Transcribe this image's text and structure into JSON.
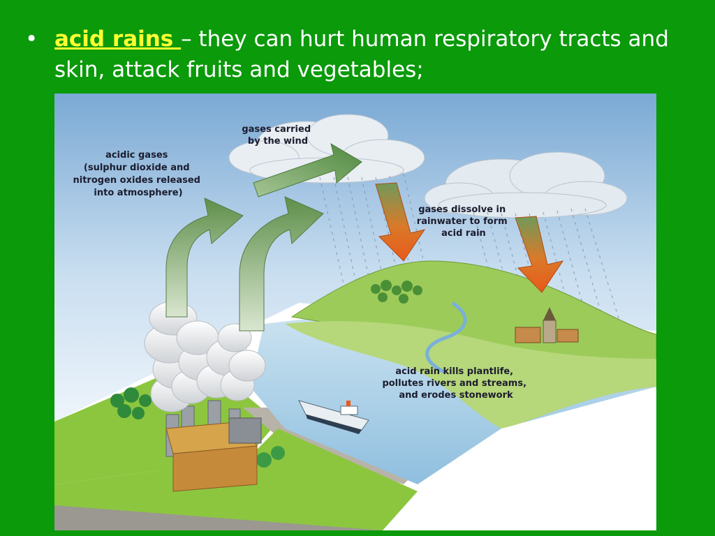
{
  "slide": {
    "bullet_symbol": "•",
    "term": "acid rains ",
    "text_rest": " – they can hurt human respiratory tracts and skin, attack fruits and vegetables;"
  },
  "diagram": {
    "labels": {
      "acidic_gases": [
        "acidic gases",
        "(sulphur dioxide and",
        "nitrogen oxides released",
        "into atmosphere)"
      ],
      "gases_wind": [
        "gases carried",
        "by the wind"
      ],
      "gases_dissolve": [
        "gases dissolve in",
        "rainwater to form",
        "acid rain"
      ],
      "acid_rain_effects": [
        "acid rain kills plantlife,",
        "pollutes rivers and streams,",
        "and erodes stonework"
      ]
    },
    "colors": {
      "background": "#0a9a0a",
      "term": "#ffff33",
      "text": "#ffffff",
      "up_arrow": "#6f9a5a",
      "down_arrow": "#e0601c",
      "water": "#a9cfe6",
      "land": "#8cc63f"
    }
  }
}
